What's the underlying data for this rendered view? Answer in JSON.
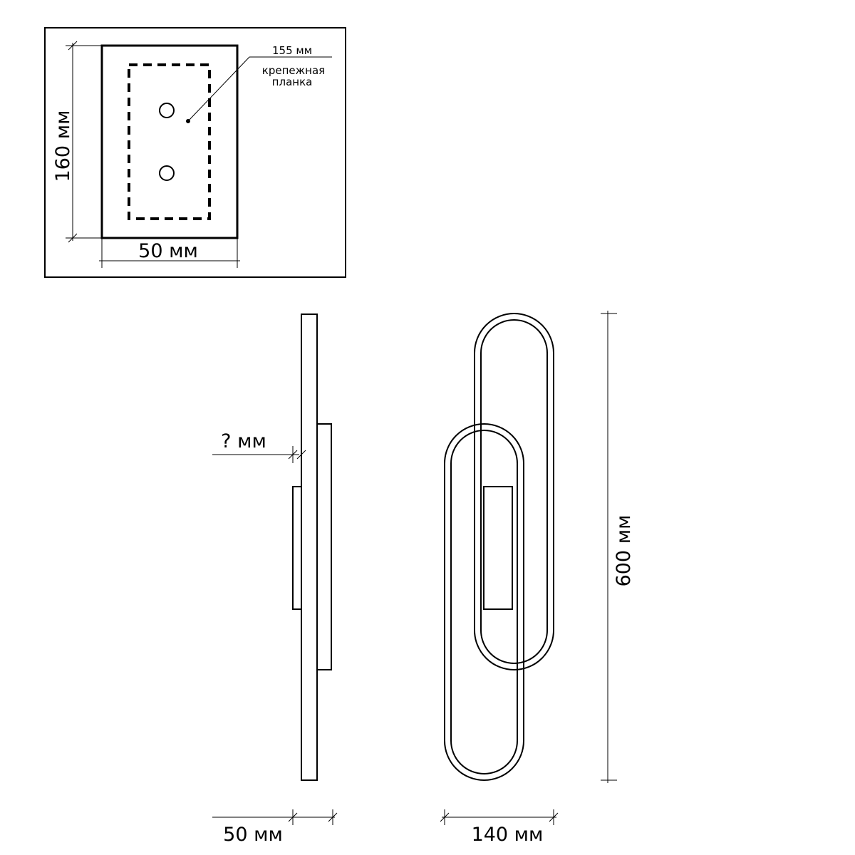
{
  "inset": {
    "plate_label_line1": "крепежная",
    "plate_label_line2": "планка",
    "plate_size_label": "155 мм",
    "height_label": "160 мм",
    "width_label": "50 мм"
  },
  "side_view": {
    "gap_label": "? мм",
    "depth_label": "50 мм"
  },
  "front_view": {
    "height_label": "600 мм",
    "width_label": "140 мм"
  }
}
